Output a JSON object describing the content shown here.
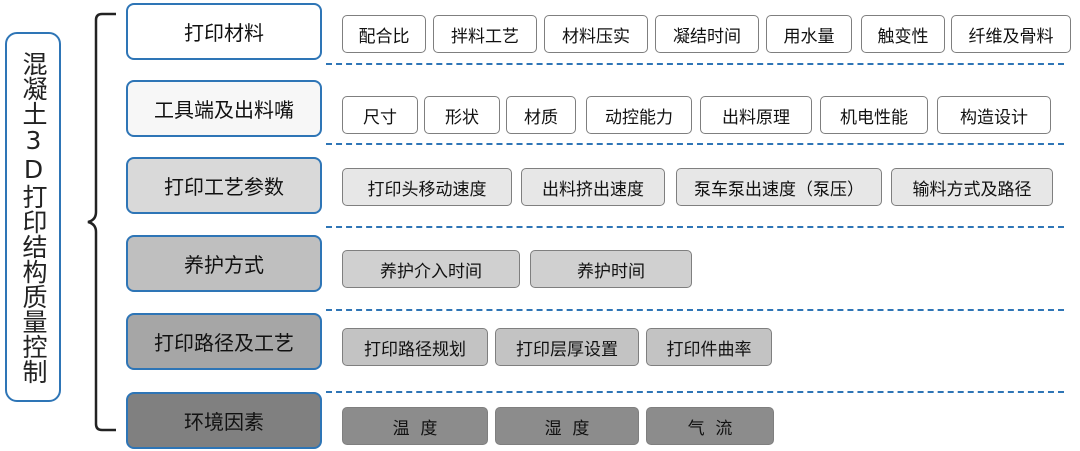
{
  "root": {
    "label": "混凝土3D打印结构质量控制"
  },
  "categories": [
    {
      "label": "打印材料",
      "items": [
        "配合比",
        "拌料工艺",
        "材料压实",
        "凝结时间",
        "用水量",
        "触变性",
        "纤维及骨料"
      ]
    },
    {
      "label": "工具端及出料嘴",
      "items": [
        "尺寸",
        "形状",
        "材质",
        "动控能力",
        "出料原理",
        "机电性能",
        "构造设计"
      ]
    },
    {
      "label": "打印工艺参数",
      "items": [
        "打印头移动速度",
        "出料挤出速度",
        "泵车泵出速度（泵压）",
        "输料方式及路径"
      ]
    },
    {
      "label": "养护方式",
      "items": [
        "养护介入时间",
        "养护时间"
      ]
    },
    {
      "label": "打印路径及工艺",
      "items": [
        "打印路径规划",
        "打印层厚设置",
        "打印件曲率"
      ]
    },
    {
      "label": "环境因素",
      "items": [
        "温  度",
        "湿  度",
        "气  流"
      ]
    }
  ],
  "colors": {
    "border_blue": "#2e75b6",
    "item_border": "#7f7f7f"
  }
}
